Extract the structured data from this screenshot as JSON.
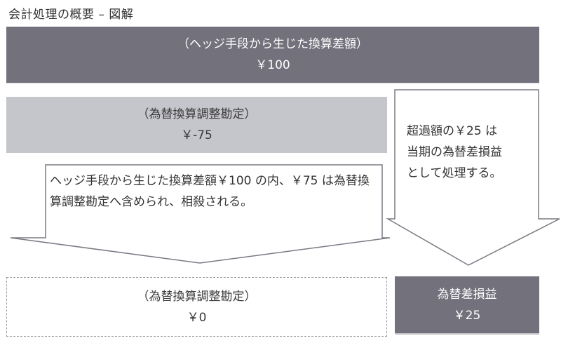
{
  "title": "会計処理の概要 – 図解",
  "hedge_translation_difference": {
    "label": "（ヘッジ手段から生じた換算差額）",
    "amount": "￥100"
  },
  "translation_adjustment_before": {
    "label": "（為替換算調整勘定）",
    "amount": "￥-75"
  },
  "left_arrow": {
    "text": "ヘッジ手段から生じた換算差額￥100 の内、￥75 は為替換算調整勘定へ含められ、相殺される。"
  },
  "right_arrow": {
    "lines": [
      "超過額の￥25 は",
      "当期の為替差損益",
      "として処理する。"
    ]
  },
  "translation_adjustment_after": {
    "label": "（為替換算調整勘定）",
    "amount": "￥0"
  },
  "fx_gain_loss": {
    "label": "為替差損益",
    "amount": "￥25"
  },
  "colors": {
    "dark": "#72717c",
    "light": "#c5c5cc",
    "outline": "#7a7a84"
  }
}
